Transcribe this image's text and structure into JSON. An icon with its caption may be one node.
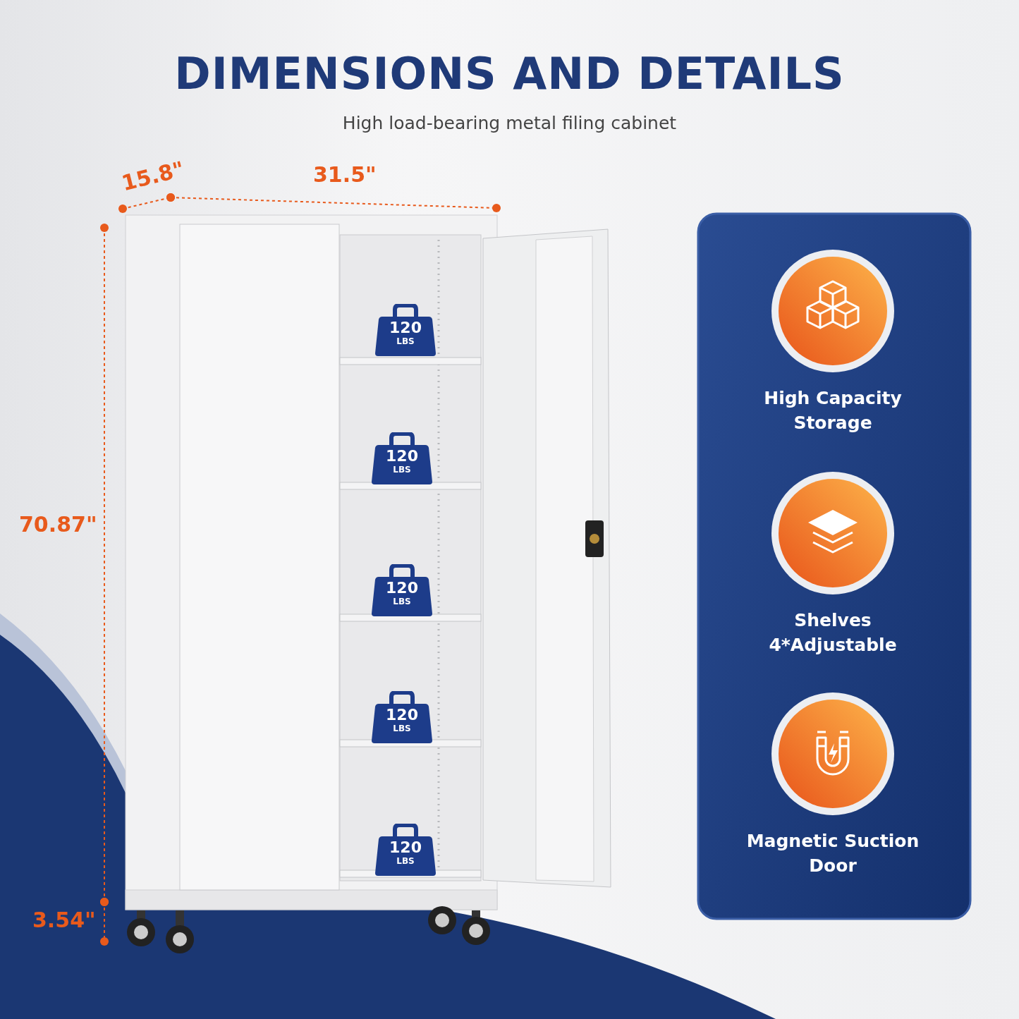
{
  "diagram": {
    "title": "DIMENSIONS AND DETAILS",
    "nodes": [
      {
        "text": [
          "120",
          "LBS"
        ]
      },
      {
        "text": [
          "120",
          "LBS"
        ]
      },
      {
        "text": [
          "120",
          "LBS"
        ]
      },
      {
        "text": [
          "120",
          "LBS"
        ]
      },
      {
        "text": [
          "120",
          "LBS"
        ]
      },
      {
        "text": [
          "High Capacity Storage"
        ]
      },
      {
        "text": [
          "Shelves 4*Adjustable"
        ]
      },
      {
        "text": [
          "Magnetic Suction Door"
        ]
      }
    ],
    "edges": [],
    "labels": [
      "High load-bearing metal filing cabinet",
      "15.8\"",
      "31.5\"",
      "70.87\"",
      "3.54\""
    ]
  }
}
